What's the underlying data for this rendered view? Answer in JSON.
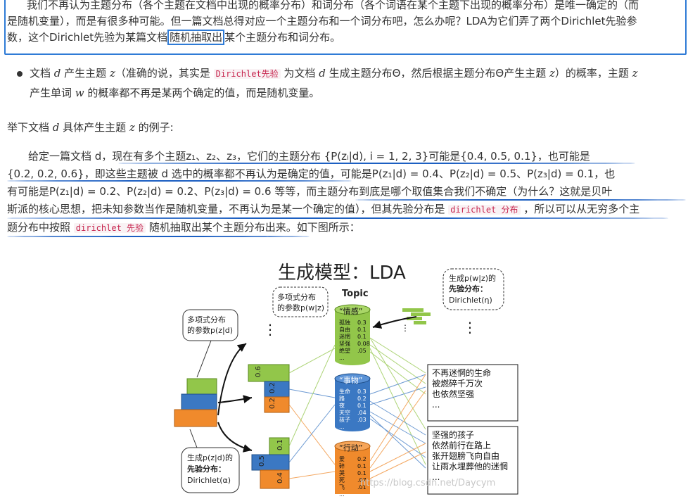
{
  "para1": {
    "line1": "我们不再认为主题分布（各个主题在文档中出现的概率分布）和词分布（各个词语在某个主题下出现的概率分布）是唯一确定的（而",
    "line2": "是随机变量），而是有很多种可能。但一篇文档总得对应一个主题分布和一个词分布吧，怎么办呢？LDA为它们弄了两个Dirichlet先验参",
    "line3_pre": "数，这个Dirichlet先验为某篇文档",
    "line3_box": "随机抽取出",
    "line3_post": "某个主题分布和词分布。"
  },
  "bullet": {
    "a": "文档 ",
    "d": "d",
    "b": " 产生主题 ",
    "z": "z",
    "c": "（准确的说，其实是 ",
    "code": "Dirichlet先验",
    "e": " 为文档 ",
    "f": " 生成主题分布Θ，然后根据主题分布Θ产生主题 ",
    "g": "）的概率，主题 ",
    "h": "产生单词 ",
    "w": "w",
    "i": " 的概率都不再是某两个确定的值，而是随机变量。"
  },
  "example_intro": {
    "a": "举下文档 ",
    "d": "d",
    "b": " 具体产生主题 ",
    "z": "z",
    "c": " 的例子:"
  },
  "para3": {
    "l1": "给定一篇文档 d，现在有多个主题z₁、z₂、z₃，它们的主题分布 {P(zᵢ|d), i = 1, 2, 3}可能是{0.4, 0.5, 0.1}，也可能是",
    "l2": "{0.2, 0.2, 0.6}，即这些主题被 d 选中的概率都不再认为是确定的值，可能是P(z₁|d) = 0.4、P(z₂|d) = 0.5、P(z₃|d) = 0.1，也",
    "l3": "有可能是P(z₁|d) = 0.2、P(z₂|d) = 0.2、P(z₃|d) = 0.6 等等，而主题分布到底是哪个取值集合我们不确定（为什么？这就是贝叶",
    "l4a": "斯派的核心思想，把未知参数当作是随机变量，不再认为是某一个确定的值），但其先验分布是 ",
    "l4code": "dirichlet 分布",
    "l4b": " ，所以可以从无穷多个主",
    "l5a": "题分布中按照 ",
    "l5code": "dirichlet 先验",
    "l5b": " 随机抽取出某个主题分布出来。如下图所示："
  },
  "figure": {
    "title": "生成模型：LDA",
    "topic_label": "Topic",
    "callout_multi_word": [
      "多项式分布",
      "的参数p(w|z)"
    ],
    "callout_multi_topic": [
      "多项式分布",
      "的参数p(z|d)"
    ],
    "callout_prior_word": [
      "生成p(w|z)的",
      "先验分布：",
      "Dirichlet(η)"
    ],
    "callout_prior_topic": [
      "生成p(z|d)的",
      "先验分布：",
      "Dirichlet(α)"
    ],
    "topics": [
      {
        "name": "“情感”",
        "color": "#92c64a",
        "words": [
          "孤独",
          "自由",
          "迷惘",
          "坚强",
          "绝望",
          "..."
        ],
        "probs": [
          "0.3",
          "0.1",
          "0.1",
          "0.08",
          ".05",
          ""
        ]
      },
      {
        "name": "“事物”",
        "color": "#3b78c3",
        "words": [
          "生命",
          "路",
          "夜",
          "天空",
          "孩子",
          "..."
        ],
        "probs": [
          "0.3",
          "0.2",
          "0.1",
          ".04",
          ".03",
          ""
        ]
      },
      {
        "name": "“行动”",
        "color": "#f08a2c",
        "words": [
          "爱",
          "碎",
          "哭",
          "死",
          "飞",
          "..."
        ],
        "probs": [
          "0.2",
          "0.1",
          "0.1",
          ".07",
          ".01",
          ""
        ]
      }
    ],
    "bars_top": [
      "0.6",
      "0.2",
      "0.2"
    ],
    "bars_bottom": [
      "0.1",
      "0.5",
      "0.4"
    ],
    "doc1": [
      "不再迷惘的生命",
      "被燃碎千万次",
      "也依然坚强",
      "..."
    ],
    "doc2": [
      "坚强的孩子",
      "依然前行在路上",
      "张开翅膀飞向自由",
      "让雨水埋葬他的迷惘",
      "..."
    ],
    "dots": "⋮",
    "watermark": "https://blog.csdn.net/Daycym"
  },
  "colors": {
    "highlight": "#2f7bd6",
    "green": "#92c64a",
    "blue": "#3b78c3",
    "orange": "#f08a2c"
  }
}
